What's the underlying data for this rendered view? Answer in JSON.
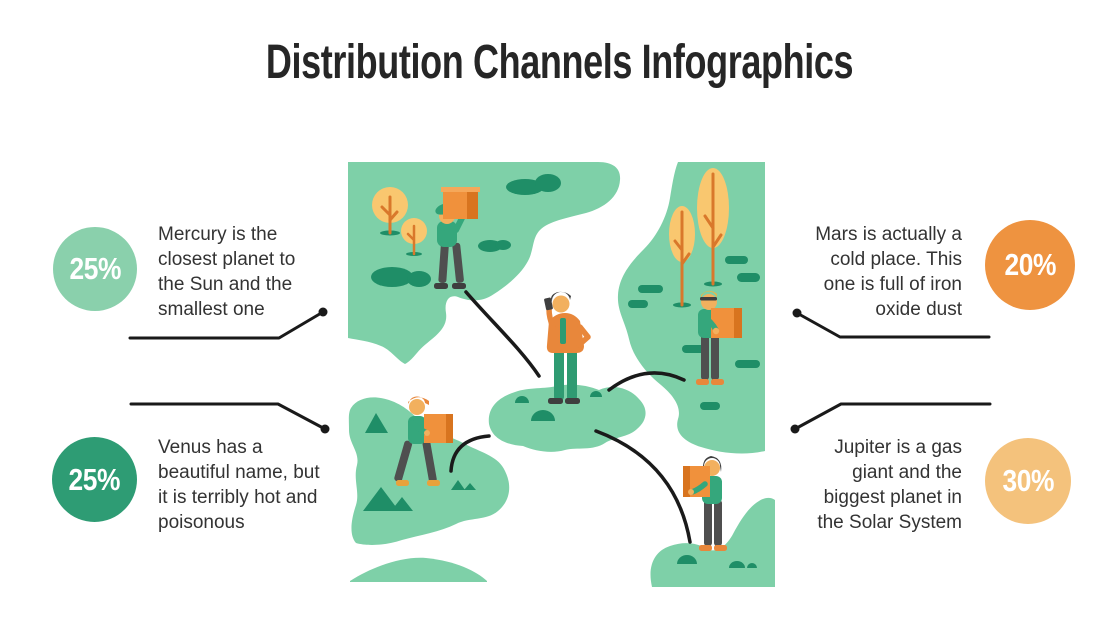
{
  "title": "Distribution Channels Infographics",
  "title_color": "#262626",
  "text_color": "#333333",
  "background": "#FFFFFF",
  "callouts": [
    {
      "id": "mercury",
      "percent": "25%",
      "circle_color": "#8AD0AC",
      "text": "Mercury is the\nclosest planet to\nthe Sun and the\nsmallest one"
    },
    {
      "id": "venus",
      "percent": "25%",
      "circle_color": "#2E9C74",
      "text": "Venus has a\nbeautiful name, but\nit is terribly hot and\npoisonous"
    },
    {
      "id": "mars",
      "percent": "20%",
      "circle_color": "#EE9340",
      "text": "Mars is actually a\ncold place. This\none is full of iron\noxide dust"
    },
    {
      "id": "jupiter",
      "percent": "30%",
      "circle_color": "#F4C27C",
      "text": "Jupiter is  a gas\ngiant and the\nbiggest planet in\nthe Solar System"
    }
  ],
  "illustration": {
    "name": "world-map-delivery-illustration",
    "figures": [
      "courier-lifting-box",
      "courier-holding-box",
      "manager-on-phone",
      "courier-walking-with-box",
      "courier-carrying-box"
    ],
    "colors": {
      "map_green": "#7ED0A8",
      "map_dark_green": "#1F8E67",
      "tree_canopy": "#F9C76F",
      "tree_trunk": "#D9782B",
      "box_orange": "#F0913C",
      "box_shadow": "#D8741F",
      "jacket_orange": "#E8873B",
      "shirt_green": "#35A77C",
      "line_black": "#1A1A1A"
    }
  }
}
